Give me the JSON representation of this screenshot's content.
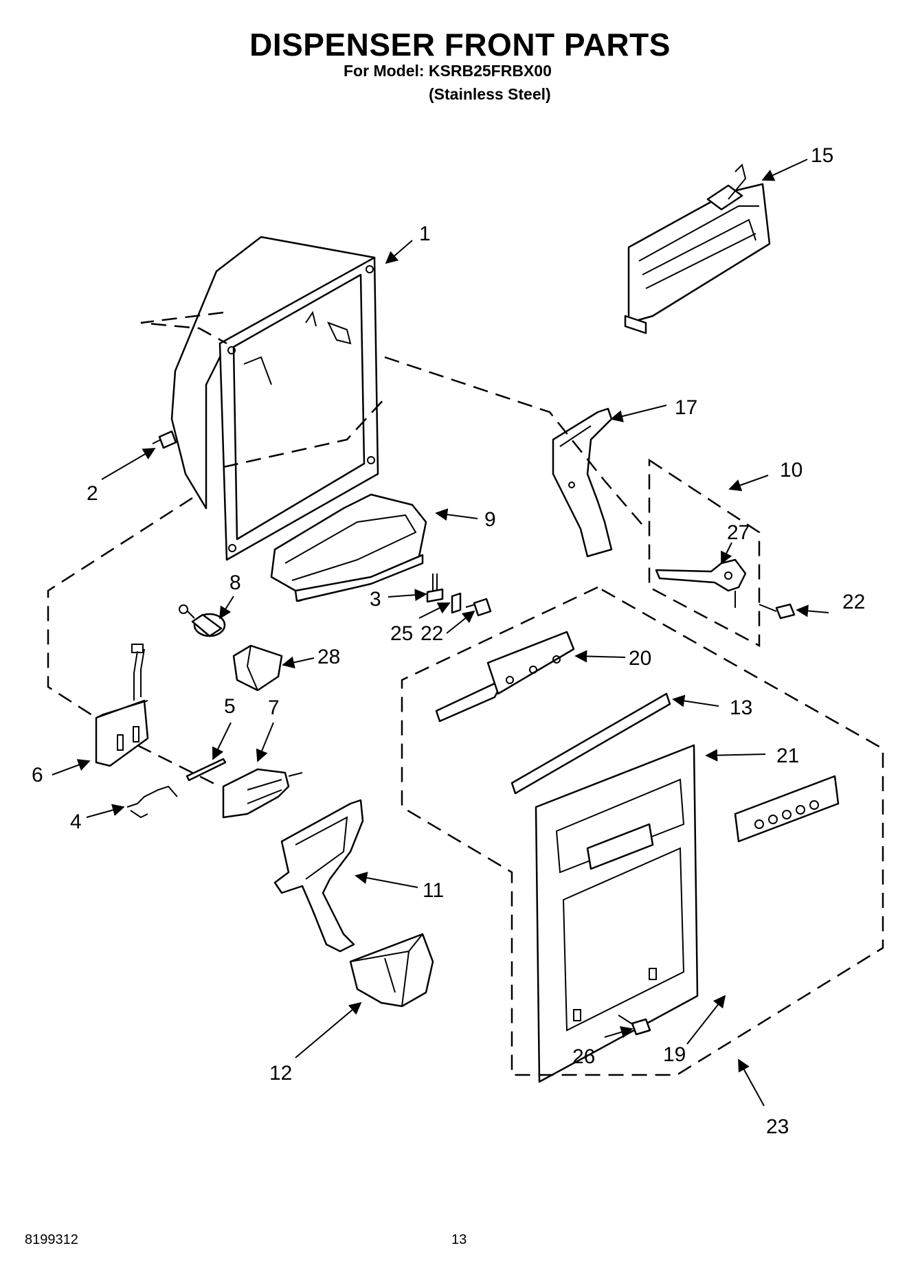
{
  "header": {
    "title": "DISPENSER FRONT PARTS",
    "model_line": "For Model: KSRB25FRBX00",
    "finish_line": "(Stainless Steel)"
  },
  "footer": {
    "doc_number": "8199312",
    "page_number": "13"
  },
  "callouts": {
    "c1": "1",
    "c2": "2",
    "c3": "3",
    "c4": "4",
    "c5": "5",
    "c6": "6",
    "c7": "7",
    "c8": "8",
    "c9": "9",
    "c10": "10",
    "c11": "11",
    "c12": "12",
    "c13": "13",
    "c15": "15",
    "c17": "17",
    "c19": "19",
    "c20": "20",
    "c21": "21",
    "c22a": "22",
    "c22b": "22",
    "c23": "23",
    "c25": "25",
    "c26": "26",
    "c27": "27",
    "c28": "28"
  }
}
